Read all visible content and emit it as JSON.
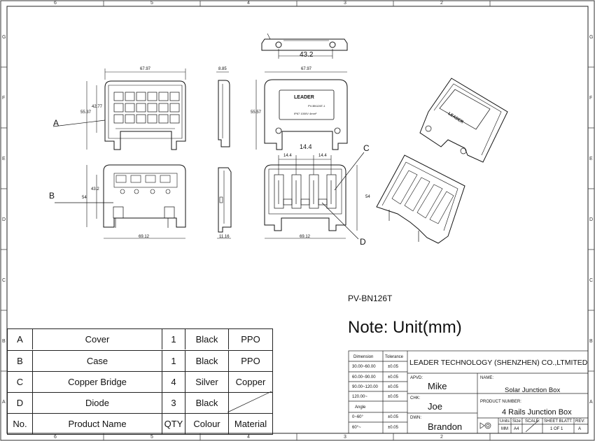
{
  "zones": {
    "top": [
      "6",
      "5",
      "4",
      "3",
      "2"
    ],
    "side": [
      "G",
      "F",
      "E",
      "D",
      "C",
      "B",
      "A"
    ]
  },
  "dims": {
    "v1_width": "67.97",
    "v1_height_a": "42.77",
    "v1_height_b": "55.37",
    "side_depth": "8.85",
    "front_width": "67.97",
    "front_height": "55.57",
    "top_pitch": "43.2",
    "bottom_height_a": "43.2",
    "bottom_height_b": "54",
    "bottom_width": "69.12",
    "side2_depth": "11.16",
    "open_width": "69.12",
    "open_height": "54",
    "rail_pitch_center": "14.4",
    "rail_pitch_left": "14.4",
    "rail_pitch_right": "14.4"
  },
  "labels": {
    "a": "A",
    "b": "B",
    "c": "C",
    "d": "D",
    "brand": "LEADER",
    "model_small": "PV-BN126T-1",
    "rating_small": "IP67 1000V 4mm²"
  },
  "model": "PV-BN126T",
  "note": "Note: Unit(mm)",
  "bom": {
    "rows": [
      [
        "A",
        "Cover",
        "1",
        "Black",
        "PPO"
      ],
      [
        "B",
        "Case",
        "1",
        "Black",
        "PPO"
      ],
      [
        "C",
        "Copper Bridge",
        "4",
        "Silver",
        "Copper"
      ],
      [
        "D",
        "Diode",
        "3",
        "Black",
        ""
      ],
      [
        "No.",
        "Product Name",
        "QTY",
        "Colour",
        "Material"
      ]
    ]
  },
  "title_block": {
    "dim_header": "Dimension",
    "tol_header": "Tolerance",
    "tolerances": [
      [
        "30.00~60.00",
        "±0.05"
      ],
      [
        "60.00~90.00",
        "±0.05"
      ],
      [
        "90.00~120.00",
        "±0.05"
      ],
      [
        "120.00~",
        "±0.05"
      ],
      [
        "Angle",
        ""
      ],
      [
        "0~60°",
        "±0.05"
      ],
      [
        "60°~",
        "±0.05"
      ]
    ],
    "company": "LEADER TECHNOLOGY (SHENZHEN) CO.,LTMITED",
    "apvd_label": "APVD:",
    "apvd": "Mike",
    "chk_label": "CHK:",
    "chk": "Joe",
    "dwn_label": "DWN:",
    "dwn": "Brandon",
    "name_label": "NAME:",
    "name": "Solar Junction Box",
    "pn_label": "PRODUCT NUMBER:",
    "pn": "4 Rails Junction Box",
    "units_label": "Units:",
    "units": "MM",
    "size_label": "Size:",
    "size": "A4",
    "scale_label": "SCALE:",
    "sheet_label": "SHEET BLATT:",
    "sheet": "1  OF  1",
    "rev_label": "REV:",
    "rev": "A"
  }
}
